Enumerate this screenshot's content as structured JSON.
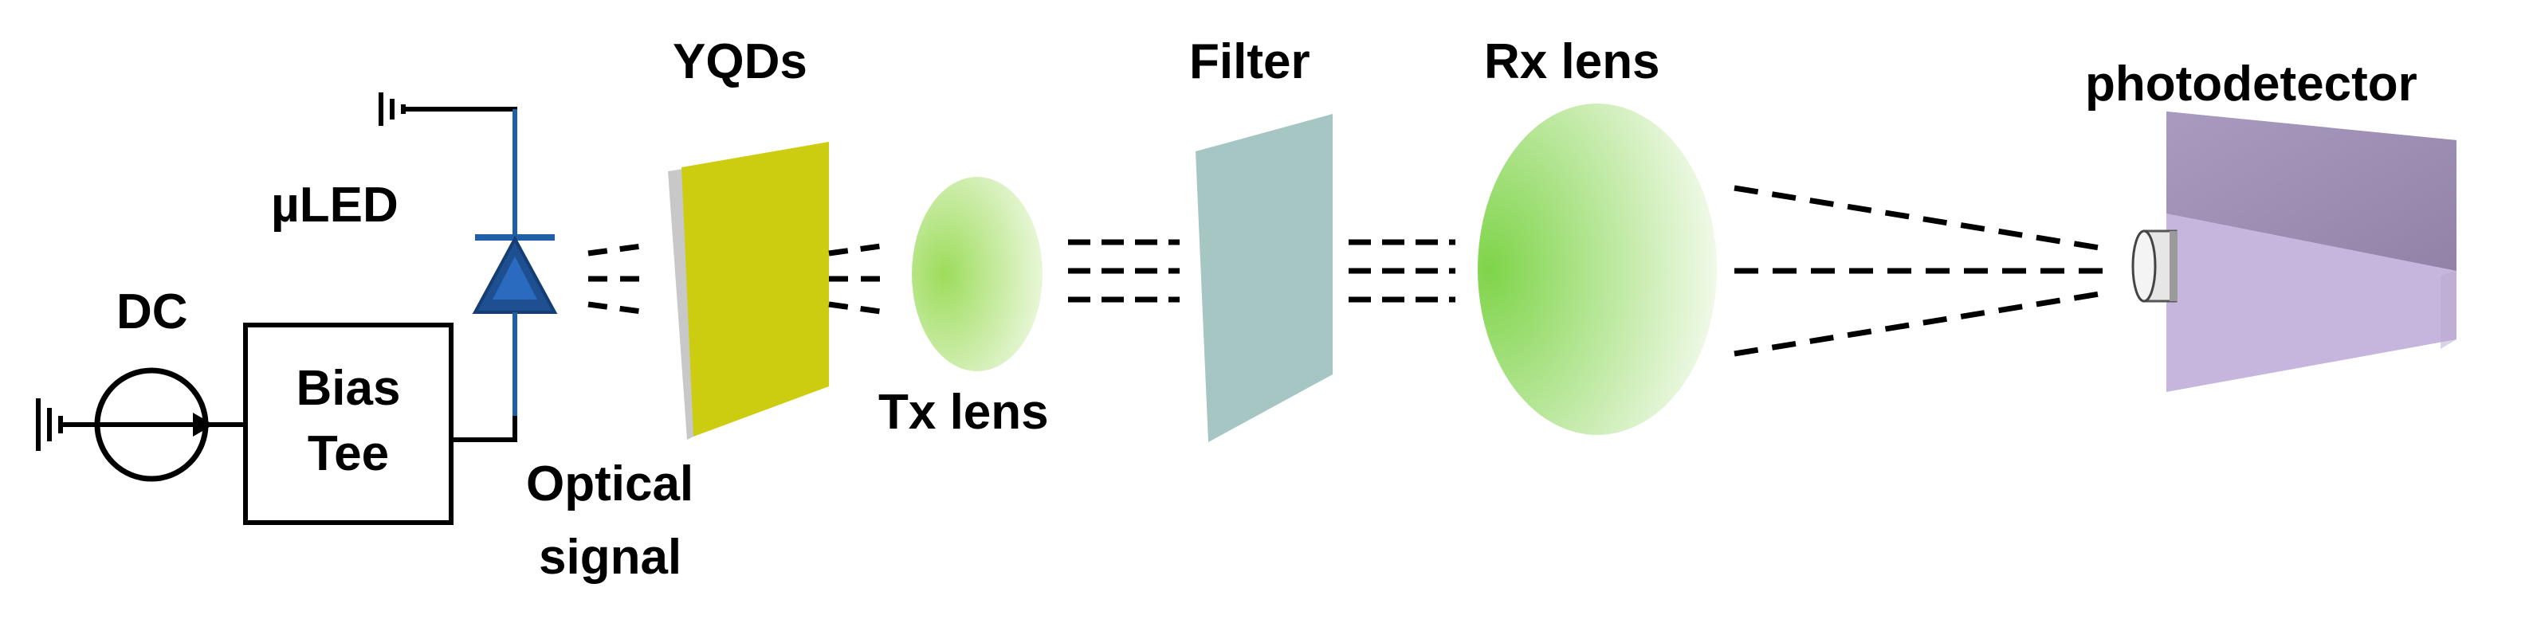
{
  "labels": {
    "dc": "DC",
    "bias_line1": "Bias",
    "bias_line2": "Tee",
    "uled": "µLED",
    "optical_line1": "Optical",
    "optical_line2": "signal",
    "yqds": "YQDs",
    "tx_lens": "Tx lens",
    "filter": "Filter",
    "rx_lens": "Rx lens",
    "photodetector": "photodetector"
  },
  "colors": {
    "wire": "#000000",
    "diode": "#1f5fa8",
    "yqd_face": "#cccc10",
    "yqd_edge": "#c8c8c8",
    "tx_lens": "#a8e070",
    "filter": "#a6c6c4",
    "rx_lens": "#8ad85a",
    "detector_front": "#9a8bb0",
    "detector_side": "#c8b6df"
  }
}
